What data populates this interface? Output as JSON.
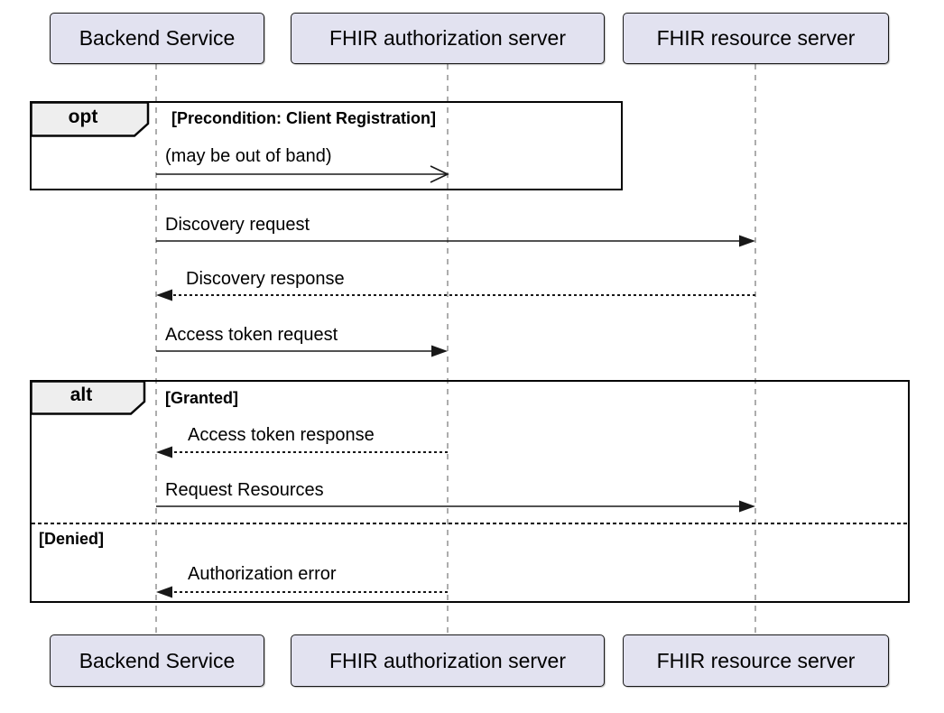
{
  "diagram": {
    "type": "uml-sequence-diagram",
    "participants": [
      {
        "id": "backend",
        "label": "Backend Service"
      },
      {
        "id": "auth",
        "label": "FHIR authorization server"
      },
      {
        "id": "resource",
        "label": "FHIR resource server"
      }
    ],
    "fragments": [
      {
        "operator": "opt",
        "guard": "[Precondition: Client Registration]"
      },
      {
        "operator": "alt",
        "guards": [
          "[Granted]",
          "[Denied]"
        ]
      }
    ],
    "messages": [
      {
        "label": "(may be out of band)",
        "from": "backend",
        "to": "auth",
        "line": "solid",
        "arrowhead": "open"
      },
      {
        "label": "Discovery request",
        "from": "backend",
        "to": "resource",
        "line": "solid",
        "arrowhead": "filled"
      },
      {
        "label": "Discovery response",
        "from": "resource",
        "to": "backend",
        "line": "dotted",
        "arrowhead": "filled"
      },
      {
        "label": "Access token request",
        "from": "backend",
        "to": "auth",
        "line": "solid",
        "arrowhead": "filled"
      },
      {
        "label": "Access token response",
        "from": "auth",
        "to": "backend",
        "line": "dotted",
        "arrowhead": "filled"
      },
      {
        "label": "Request Resources",
        "from": "backend",
        "to": "resource",
        "line": "solid",
        "arrowhead": "filled"
      },
      {
        "label": "Authorization error",
        "from": "auth",
        "to": "backend",
        "line": "dotted",
        "arrowhead": "filled"
      }
    ],
    "colors": {
      "background": "#FFFFFF",
      "participant_fill": "#E2E2F0",
      "participant_border": "#181818",
      "fragment_border": "#050505",
      "fragment_label_fill": "#EEEEEE",
      "message_line": "#181818",
      "lifeline": "#8A8A8A",
      "text": "#000000"
    }
  }
}
